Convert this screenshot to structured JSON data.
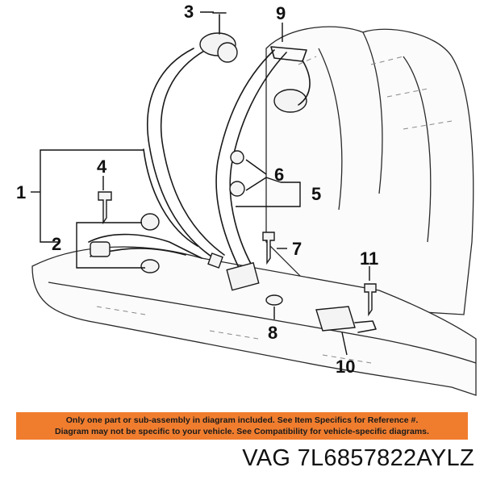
{
  "callouts": {
    "c1": "1",
    "c2": "2",
    "c3": "3",
    "c4": "4",
    "c5": "5",
    "c6": "6",
    "c7": "7",
    "c8": "8",
    "c9": "9",
    "c10": "10",
    "c11": "11"
  },
  "notice": {
    "line1": "Only one part or sub-assembly in diagram included. See Item Specifics for Reference #.",
    "line2": "Diagram may not be specific to your vehicle. See Compatibility for vehicle-specific diagrams.",
    "background": "#f07d2e"
  },
  "part_number": "VAG 7L6857822AYLZ"
}
